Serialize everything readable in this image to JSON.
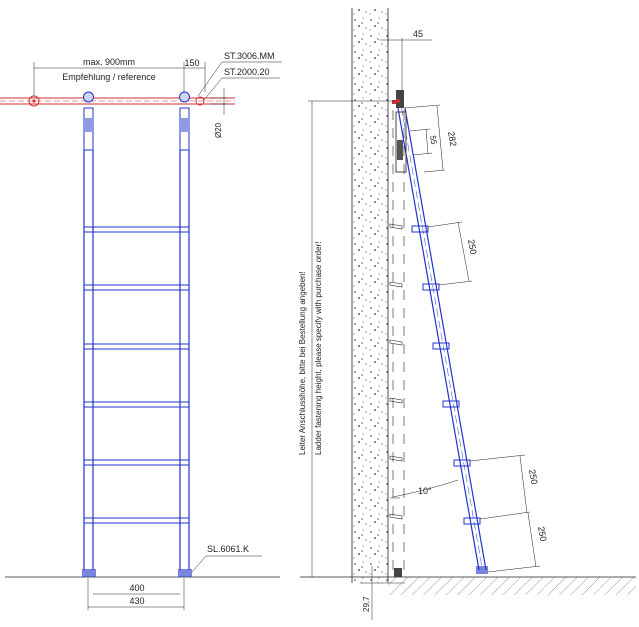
{
  "labels": {
    "max_width": "max. 900mm",
    "reference": "Empfehlung / reference",
    "dim_150": "150",
    "part_st3006": "ST.3006.MM",
    "part_st2000": "ST.2000.20",
    "dia_20": "Ø20",
    "part_sl6061": "SL.6061.K",
    "dim_400": "400",
    "dim_430": "430",
    "dim_45": "45",
    "dim_282": "282",
    "dim_55": "55",
    "dim_250_a": "250",
    "dim_250_b": "250",
    "dim_250_c": "250",
    "angle_10": "10°",
    "dim_29_7": "29,7",
    "note_de": "Leiter Anschlusshöhe, bitte bei Bestellung angeben!",
    "note_en": "Ladder fastening height, please specify with purchase order!"
  },
  "colors": {
    "ladder": "#2233cc",
    "rail": "#d03030",
    "line": "#222222"
  }
}
